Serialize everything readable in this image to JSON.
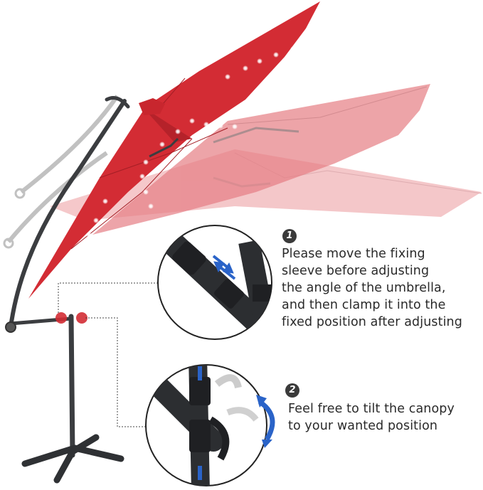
{
  "steps": [
    {
      "number": "1",
      "lines": [
        "Please move the fixing",
        "sleeve before adjusting",
        "the angle of the umbrella,",
        "and then clamp it into the",
        "fixed position after adjusting"
      ]
    },
    {
      "number": "2",
      "lines": [
        "Feel free to tilt the canopy",
        "to your wanted position"
      ]
    }
  ],
  "colors": {
    "canopy": "#d32c34",
    "canopy_faded": "#e98a8f",
    "pole": "#3b3d40",
    "led": "#ffffff",
    "arrow": "#2a63c8"
  },
  "icons": [
    "led-light-icon",
    "slide-arrows-icon",
    "tilt-arrow-icon"
  ]
}
